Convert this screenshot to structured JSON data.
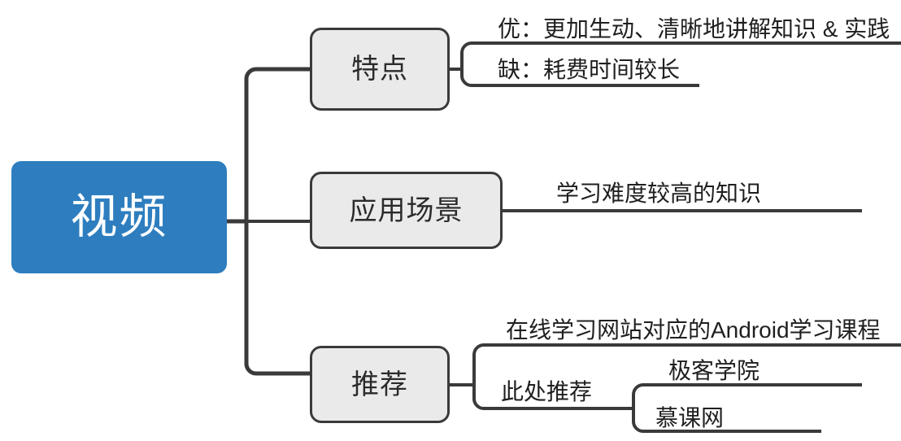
{
  "diagram": {
    "type": "mind-map",
    "title_node": "视频",
    "colors": {
      "root_fill": "#2e7ebf",
      "root_text": "#ffffff",
      "branch_fill": "#eaeaea",
      "branch_border": "#3a3a3a",
      "connector": "#3a3a3a",
      "text": "#1f1f1f",
      "background": "#ffffff"
    },
    "root": {
      "label": "视频"
    },
    "branches": [
      {
        "id": "tedian",
        "label": "特点",
        "children": [
          {
            "id": "you",
            "label": "优：更加生动、清晰地讲解知识 & 实践"
          },
          {
            "id": "que",
            "label": "缺：耗费时间较长"
          }
        ]
      },
      {
        "id": "changjing",
        "label": "应用场景",
        "children": [
          {
            "id": "xuexi",
            "label": "学习难度较高的知识"
          }
        ]
      },
      {
        "id": "tuijian",
        "label": "推荐",
        "children": [
          {
            "id": "zaixian",
            "label": "在线学习网站对应的Android学习课程"
          },
          {
            "id": "cichu",
            "label": "此处推荐",
            "children": [
              {
                "id": "jike",
                "label": "极客学院"
              },
              {
                "id": "muke",
                "label": "慕课网"
              }
            ]
          }
        ]
      }
    ]
  }
}
